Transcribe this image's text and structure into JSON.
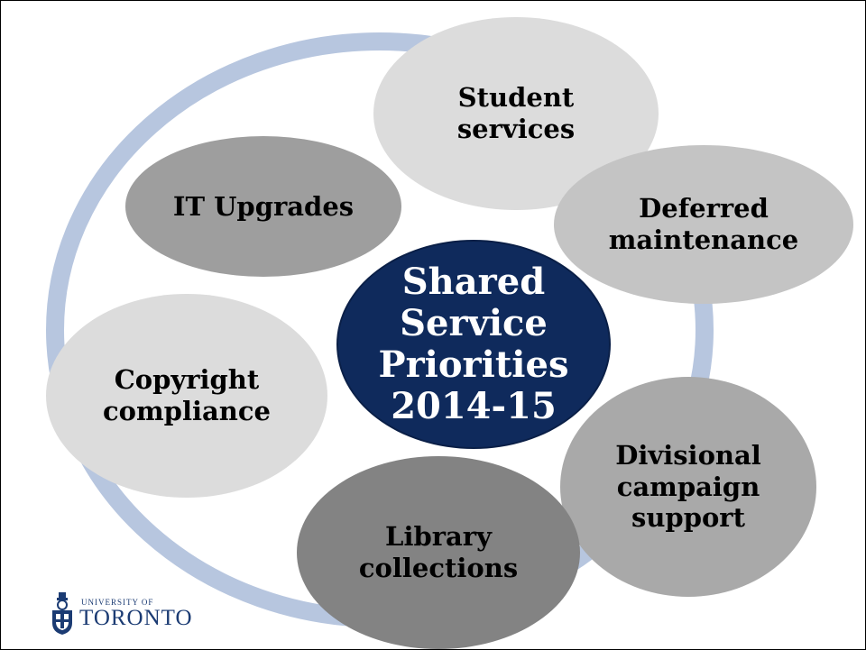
{
  "diagram": {
    "center": {
      "lines": [
        "Shared",
        "Service",
        "Priorities",
        "2014-15"
      ],
      "color": "#0f2a5c"
    },
    "ring_color": "#b7c6df",
    "nodes": [
      {
        "lines": [
          "Student",
          "services"
        ],
        "color": "#dcdcdc"
      },
      {
        "lines": [
          "Deferred",
          "maintenance"
        ],
        "color": "#c4c4c4"
      },
      {
        "lines": [
          "Divisional",
          "campaign",
          "support"
        ],
        "color": "#a9a9a9"
      },
      {
        "lines": [
          "Library",
          "collections"
        ],
        "color": "#838383"
      },
      {
        "lines": [
          "Copyright",
          "compliance"
        ],
        "color": "#dcdcdc"
      },
      {
        "lines": [
          "IT Upgrades"
        ],
        "color": "#9e9e9e"
      }
    ]
  },
  "logo": {
    "top_text": "UNIVERSITY OF",
    "main_text": "TORONTO",
    "color": "#1b3b73"
  }
}
